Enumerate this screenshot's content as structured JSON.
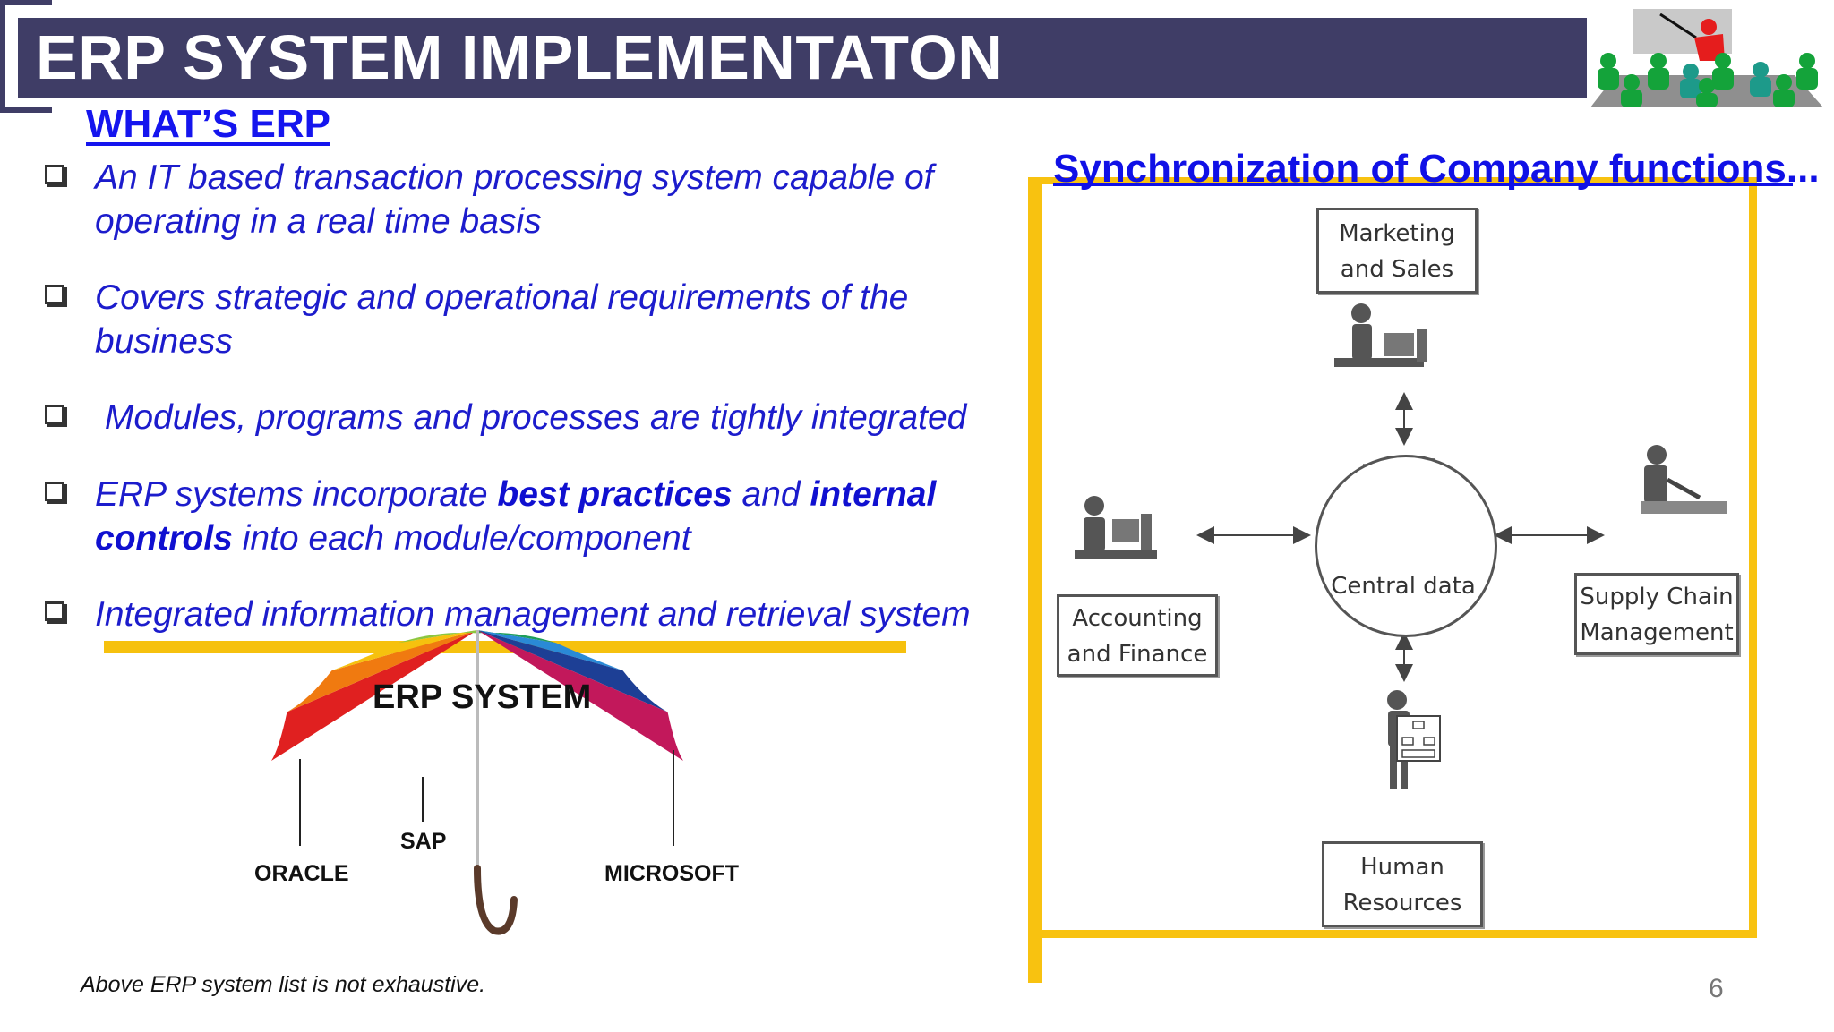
{
  "header": {
    "title": "ERP SYSTEM IMPLEMENTATON",
    "subtitle": "WHAT’S ERP"
  },
  "bullets": [
    {
      "segments": [
        {
          "text": "An IT based transaction processing system capable of operating in a real time basis",
          "bold": false
        }
      ]
    },
    {
      "segments": [
        {
          "text": "Covers strategic and operational requirements of the business",
          "bold": false
        }
      ]
    },
    {
      "segments": [
        {
          "text": " Modules, programs and processes are tightly integrated",
          "bold": false
        }
      ]
    },
    {
      "segments": [
        {
          "text": "ERP systems incorporate ",
          "bold": false
        },
        {
          "text": "best practices",
          "bold": true
        },
        {
          "text": " and ",
          "bold": false
        },
        {
          "text": "internal controls",
          "bold": true
        },
        {
          "text": " into each module/component",
          "bold": false
        }
      ]
    },
    {
      "segments": [
        {
          "text": "Integrated information management and retrieval system",
          "bold": false
        }
      ]
    }
  ],
  "umbrella": {
    "title": "ERP SYSTEM",
    "vendors": [
      "ORACLE",
      "SAP",
      "MICROSOFT"
    ],
    "colors": [
      "#e02020",
      "#f07a10",
      "#f6c10e",
      "#8cc63f",
      "#1f9e5a",
      "#2a8ad6",
      "#1d3f95",
      "#c2185b"
    ]
  },
  "footnote": "Above ERP system list is not exhaustive.",
  "page_number": "6",
  "diagram": {
    "title": "Synchronization of Company functions...",
    "center": "Central data",
    "nodes": [
      {
        "id": "marketing",
        "line1": "Marketing",
        "line2": "and Sales"
      },
      {
        "id": "accounting",
        "line1": "Accounting",
        "line2": "and Finance"
      },
      {
        "id": "supply",
        "line1": "Supply Chain",
        "line2": "Management"
      },
      {
        "id": "hr",
        "line1": "Human",
        "line2": "Resources"
      }
    ]
  },
  "colors": {
    "header_bg": "#3f3d66",
    "accent_yellow": "#f8c210",
    "text_blue": "#1c1ccc"
  }
}
